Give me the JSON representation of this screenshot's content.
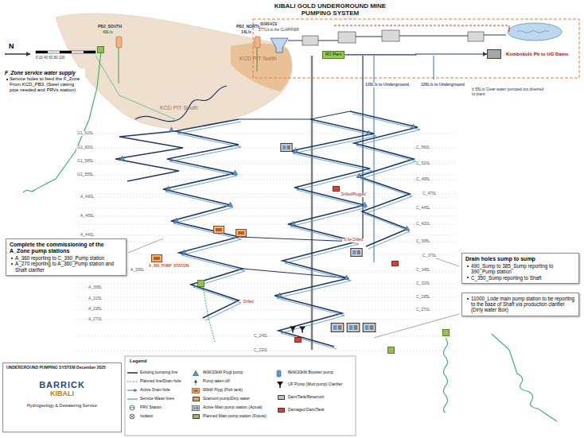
{
  "diagram": {
    "title": "KIBALI GOLD UNDERGROUND MINE PUMPING SYSTEM",
    "nodes": [
      {
        "text": [
          "F_Zone service water supply",
          "Service holes to feed the F_Zone From KCD_PB3. (Steel casing pipe needed and PRVs station)"
        ]
      },
      {
        "text": [
          "Complete the commissioning of the A_Zone pump stations",
          "A_360 reporting to C_390_Pump station",
          "A_270 reporting to A_360_Pump station and Shaft clarifier"
        ]
      },
      {
        "text": [
          "Drain holes sump to sump",
          "490_Sump to 385_Sump reporting to 390_Pump station",
          "C_350_Sump reporting to Shaft"
        ]
      },
      {
        "text": [
          "11000_Lode main pump station to be reporting to the base of Shaft via production clarifier (Dirty water Box)"
        ]
      },
      {
        "text": [
          "RO Plant"
        ]
      },
      {
        "text": [
          "Kombokolo Pit to UG Dams"
        ]
      },
      {
        "text": [
          "UNDERGROUND PUMPING SYSTEM December 2025",
          "BARRICK",
          "KIBALI",
          "Hydrogeology & Dewatering Service"
        ]
      }
    ],
    "edges": [
      {
        "from": 4,
        "to": 5,
        "arrow": "to"
      }
    ],
    "labels": [
      "N",
      "0 20 40 60 80 100",
      "PB2_SOUTH",
      "43L/s",
      "PB2_NORTH",
      "14L/s",
      "KCD PIT South",
      "KCD PIT North",
      "SURFACE",
      "577L/s to the CLARIFIER",
      "120L/s to Underground",
      "120L/s to Underground",
      "± 55L/s Clear water pumped out diverted to plant",
      "A_360_PUMP_STATION",
      "Drilled/Plugged",
      "To be Drilled",
      "Drilled",
      "G1_615L",
      "G1_600L",
      "G1_585L",
      "G1_555L",
      "A_490L",
      "A_465L",
      "A_440L",
      "A_390L",
      "A_365L",
      "A_315L",
      "A_295L",
      "A_270L",
      "C_560L",
      "C_520L",
      "C_495L",
      "C_470L",
      "C_445L",
      "C_420L",
      "C_395L",
      "C_370L",
      "C_345L",
      "C_320L",
      "C_295L",
      "C_270L",
      "C_245L",
      "C_220L",
      "Legend"
    ],
    "legend": [
      {
        "text": "Existing pumping line"
      },
      {
        "text": "Planned line/Drain hole"
      },
      {
        "text": "Active Drain hole"
      },
      {
        "text": "Service Water lines"
      },
      {
        "text": "PRV Station"
      },
      {
        "text": "Isolator"
      },
      {
        "text": "8kW/20kW Flygt pump"
      },
      {
        "text": "Pump taken off"
      },
      {
        "text": "90kW Flygt (Fish tank)"
      },
      {
        "text": "Scamont pump/Dirty water",
        "color": "#f0a050"
      },
      {
        "text": "Active Main pump station (Actual)"
      },
      {
        "text": "Planned Main pump station (Future)",
        "color": "#9bbb59"
      },
      {
        "text": "8kW/20kW Booster pump"
      },
      {
        "text": "UF Pump (Mud pump) Clarifier"
      },
      {
        "text": "Dam/Tank/Reservoir",
        "color": "#bfbfbf"
      },
      {
        "text": "Damaged Dam/Tank",
        "color": "#e03c31"
      }
    ]
  }
}
